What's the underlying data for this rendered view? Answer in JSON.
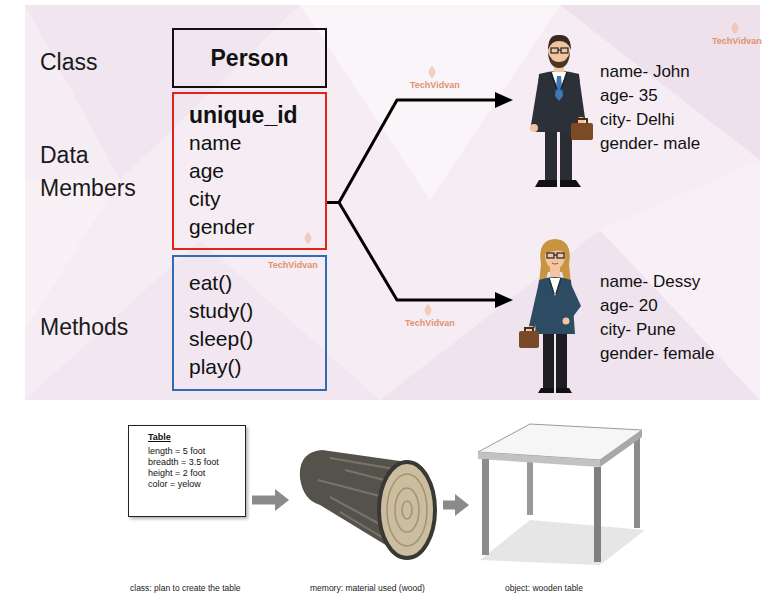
{
  "diagram": {
    "nodes": [
      {
        "text": [
          "Person"
        ]
      },
      {
        "text": [
          "unique_id",
          "name",
          "age",
          "city",
          "gender"
        ]
      },
      {
        "text": [
          "eat()",
          "study()",
          "sleep()",
          "play()"
        ]
      },
      {
        "text": [
          "name- John",
          "age- 35",
          "city- Delhi",
          "gender- male"
        ]
      },
      {
        "text": [
          "name- Dessy",
          "age- 20",
          "city- Pune",
          "gender- female"
        ]
      },
      {
        "text": [
          "Table",
          "length = 5 foot",
          "breadth = 3.5 foot",
          "height = 2 foot",
          "color = yelow",
          "class: plan to create the table"
        ]
      },
      {
        "text": [
          "memory: material used (wood)"
        ]
      },
      {
        "text": [
          "object: wooden table"
        ]
      }
    ],
    "edges": [
      {
        "from": 1,
        "to": 3,
        "arrow": "to"
      },
      {
        "from": 1,
        "to": 4,
        "arrow": "to"
      },
      {
        "from": 5,
        "to": 6,
        "arrow": "to"
      },
      {
        "from": 6,
        "to": 7,
        "arrow": "to"
      }
    ],
    "labels": [
      "Class",
      "Data Members",
      "Methods",
      "TechVidvan",
      "TechVidvan",
      "TechVidvan",
      "TechVidvan"
    ]
  }
}
